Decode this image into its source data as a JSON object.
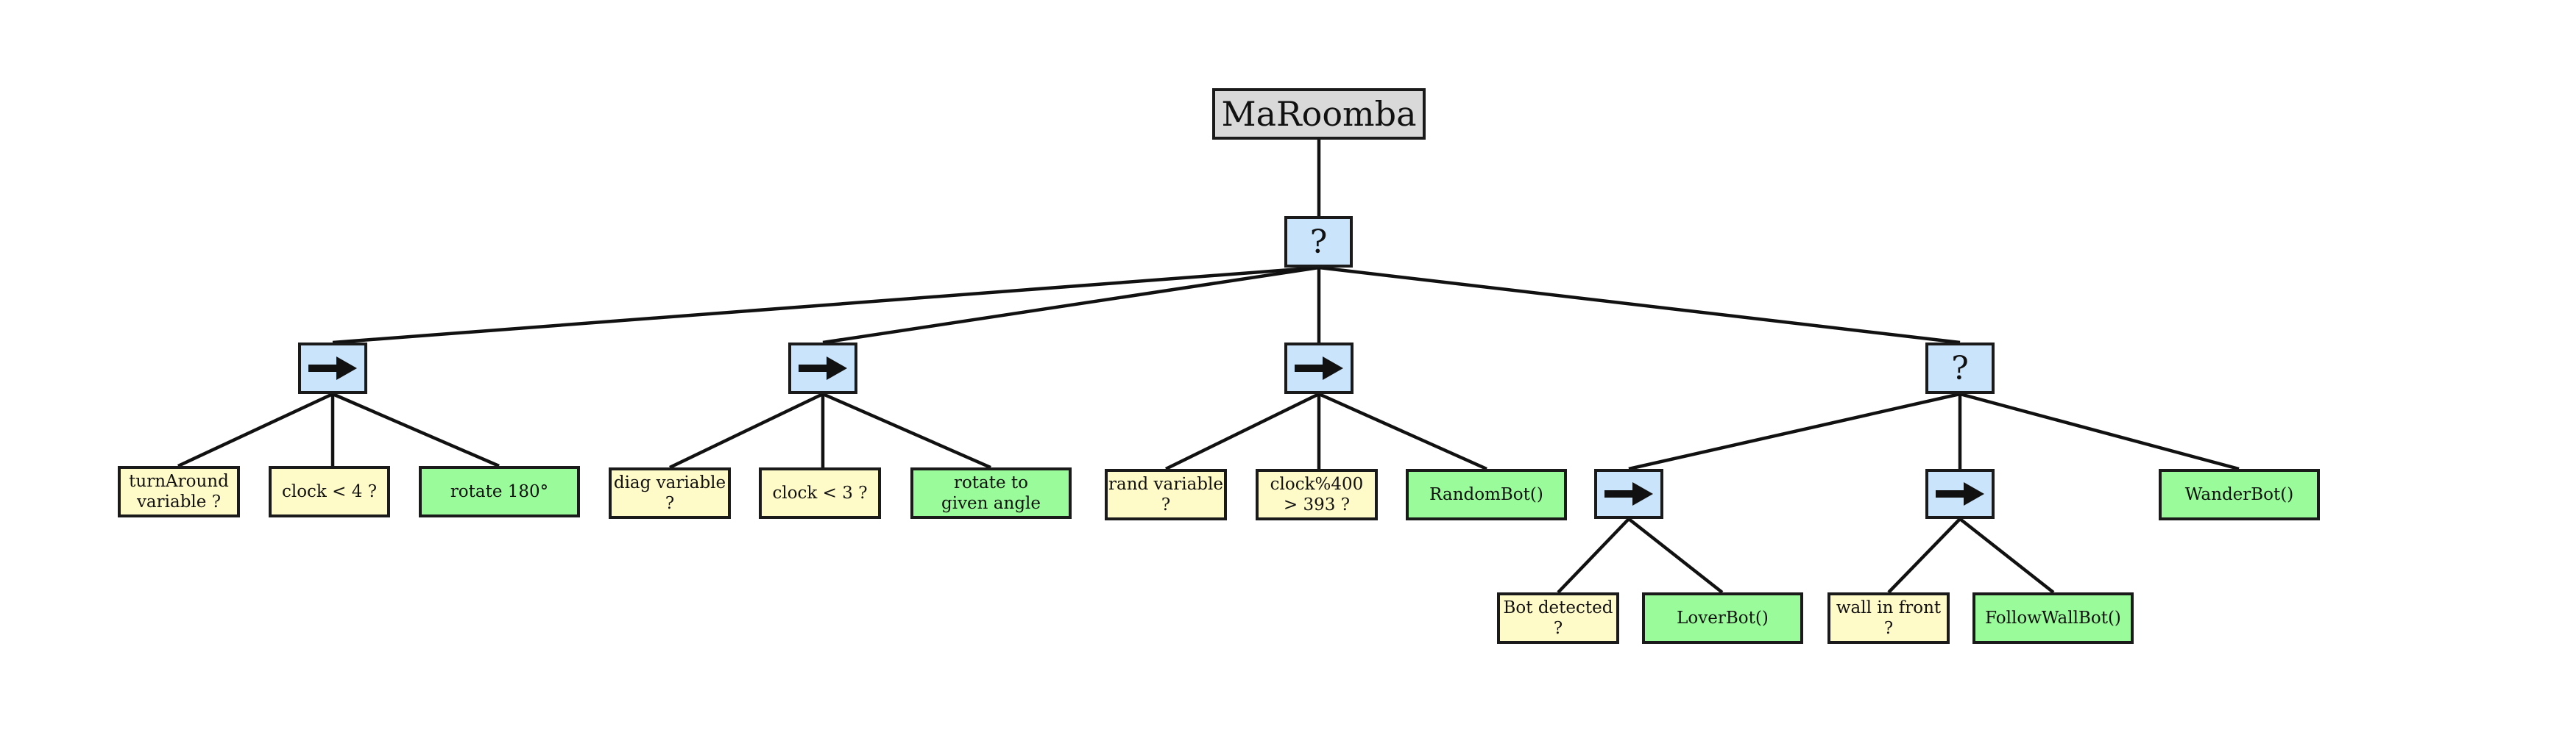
{
  "colors": {
    "root": "#d9d9d9",
    "composite": "#c9e4fb",
    "condition": "#fffbc9",
    "action": "#99fb99",
    "edge": "#111111"
  },
  "icons": {
    "sequence": "right-arrow-icon"
  },
  "tree": {
    "root": "MaRoomba",
    "selector": "?",
    "branch1": {
      "cond1": "turnAround\nvariable ?",
      "cond2": "clock < 4 ?",
      "action": "rotate 180°"
    },
    "branch2": {
      "cond1": "diag variable ?",
      "cond2": "clock < 3 ?",
      "action": "rotate to\ngiven angle"
    },
    "branch3": {
      "cond1": "rand variable ?",
      "cond2": "clock%400\n> 393 ?",
      "action": "RandomBot()"
    },
    "branch4": {
      "selector": "?",
      "sub1": {
        "cond": "Bot detected ?",
        "action": "LoverBot()"
      },
      "sub2": {
        "cond": "wall in front ?",
        "action": "FollowWallBot()"
      },
      "fallback": "WanderBot()"
    }
  }
}
